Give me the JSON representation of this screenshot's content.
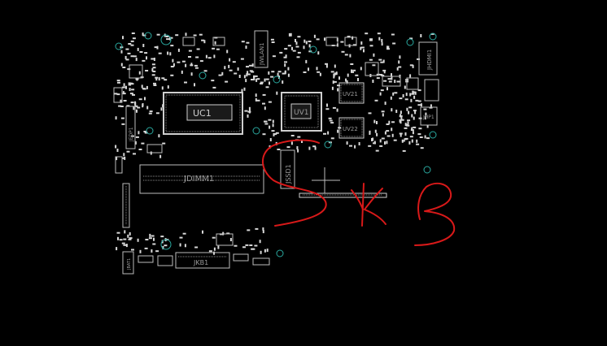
{
  "labels": {
    "uc1": "UC1",
    "jdimm1": "JDIMM1",
    "jssd1": "JSSD1",
    "uv1": "UV1",
    "uv21": "UV21",
    "uv22": "UV22",
    "jwlan1": "JWLAN1",
    "jhdmi1": "JHDMI1",
    "jhp1": "JHP1",
    "jedp1": "JEDP1",
    "jkb1": "JKB1",
    "jbat1": "JBAT1"
  },
  "colors": {
    "background": "#000000",
    "silkscreen": "#bdbdbd",
    "via": "#2aa9a0",
    "annotation": "#d81919"
  }
}
